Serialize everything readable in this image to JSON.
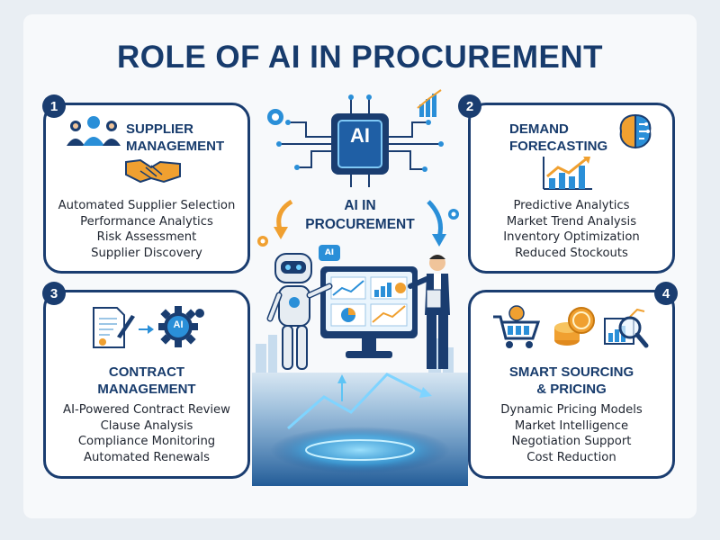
{
  "title": "ROLE OF AI IN PROCUREMENT",
  "center": {
    "chip_label": "AI",
    "line1": "AI IN",
    "line2": "PROCUREMENT",
    "screen_chip": "AI"
  },
  "panels": [
    {
      "number": "1",
      "heading": [
        "SUPPLIER",
        "MANAGEMENT"
      ],
      "items": [
        "Automated Supplier Selection",
        "Performance Analytics",
        "Risk Assessment",
        "Supplier Discovery"
      ],
      "icons": [
        "supplier-people-icon",
        "handshake-icon"
      ]
    },
    {
      "number": "2",
      "heading": [
        "DEMAND",
        "FORECASTING"
      ],
      "items": [
        "Predictive Analytics",
        "Market Trend Analysis",
        "Inventory Optimization",
        "Reduced Stockouts"
      ],
      "icons": [
        "ai-brain-icon",
        "trend-chart-icon"
      ]
    },
    {
      "number": "3",
      "heading": [
        "CONTRACT",
        "MANAGEMENT"
      ],
      "items": [
        "AI-Powered Contract Review",
        "Clause Analysis",
        "Compliance Monitoring",
        "Automated Renewals"
      ],
      "icons": [
        "contract-document-icon",
        "ai-gear-icon"
      ],
      "icon_label": "AI"
    },
    {
      "number": "4",
      "heading": [
        "SMART SOURCING",
        "& PRICING"
      ],
      "items": [
        "Dynamic Pricing Models",
        "Market Intelligence",
        "Negotiation Support",
        "Cost Reduction"
      ],
      "icons": [
        "shopping-cart-icon",
        "coins-icon",
        "analytics-magnifier-icon"
      ]
    }
  ],
  "colors": {
    "navy": "#1a3d70",
    "accent_blue": "#2a8fd8",
    "accent_orange": "#f0a030",
    "title": "#173b6c"
  }
}
